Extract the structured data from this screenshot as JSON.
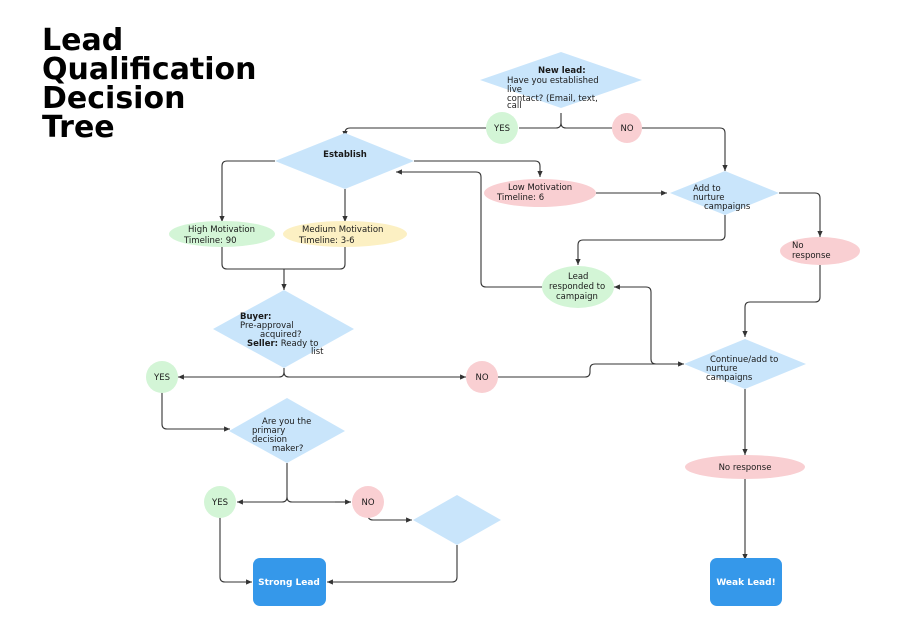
{
  "title_lines": [
    "Lead",
    "Qualification",
    "Decision",
    "Tree"
  ],
  "colors": {
    "decision": "#c9e5fb",
    "yes": "#d3f5d6",
    "no": "#f9cfd2",
    "medium": "#fcf0c3",
    "terminal": "#3598ea",
    "edge": "#333333"
  },
  "nodes": {
    "new_lead": {
      "bold": "New lead:",
      "lines": [
        "Have you established",
        "live",
        "contact? (Email, text,",
        "call"
      ]
    },
    "yes_top": {
      "label": "YES"
    },
    "no_top": {
      "label": "NO"
    },
    "establish": {
      "bold": "Establish"
    },
    "low_motivation": {
      "lines": [
        "Low Motivation",
        "Timeline: 6"
      ]
    },
    "add_nurture": {
      "lines": [
        "Add to",
        "nurture",
        "campaigns"
      ]
    },
    "high_motivation": {
      "lines": [
        "High Motivation",
        "Timeline: 90"
      ]
    },
    "medium_motivation": {
      "lines": [
        "Medium Motivation",
        "Timeline: 3-6"
      ]
    },
    "no_response_1": {
      "lines": [
        "No",
        "response"
      ]
    },
    "lead_responded": {
      "lines": [
        "Lead",
        "responded to",
        "campaign"
      ]
    },
    "buyer_seller": {
      "buyer_bold": "Buyer:",
      "buyer_lines": [
        "Pre-approval",
        "acquired?"
      ],
      "seller_bold": "Seller:",
      "seller_text": " Ready to",
      "seller_line2": "list"
    },
    "yes_mid": {
      "label": "YES"
    },
    "no_mid": {
      "label": "NO"
    },
    "continue_nurture": {
      "lines": [
        "Continue/add to",
        "nurture",
        "campaigns"
      ]
    },
    "primary_decision": {
      "lines": [
        "Are you the",
        "primary",
        "decision",
        "maker?"
      ]
    },
    "no_response_2": {
      "label": "No response"
    },
    "yes_low": {
      "label": "YES"
    },
    "no_low": {
      "label": "NO"
    },
    "strong_lead": {
      "label": "Strong Lead"
    },
    "weak_lead": {
      "label": "Weak Lead!"
    }
  }
}
